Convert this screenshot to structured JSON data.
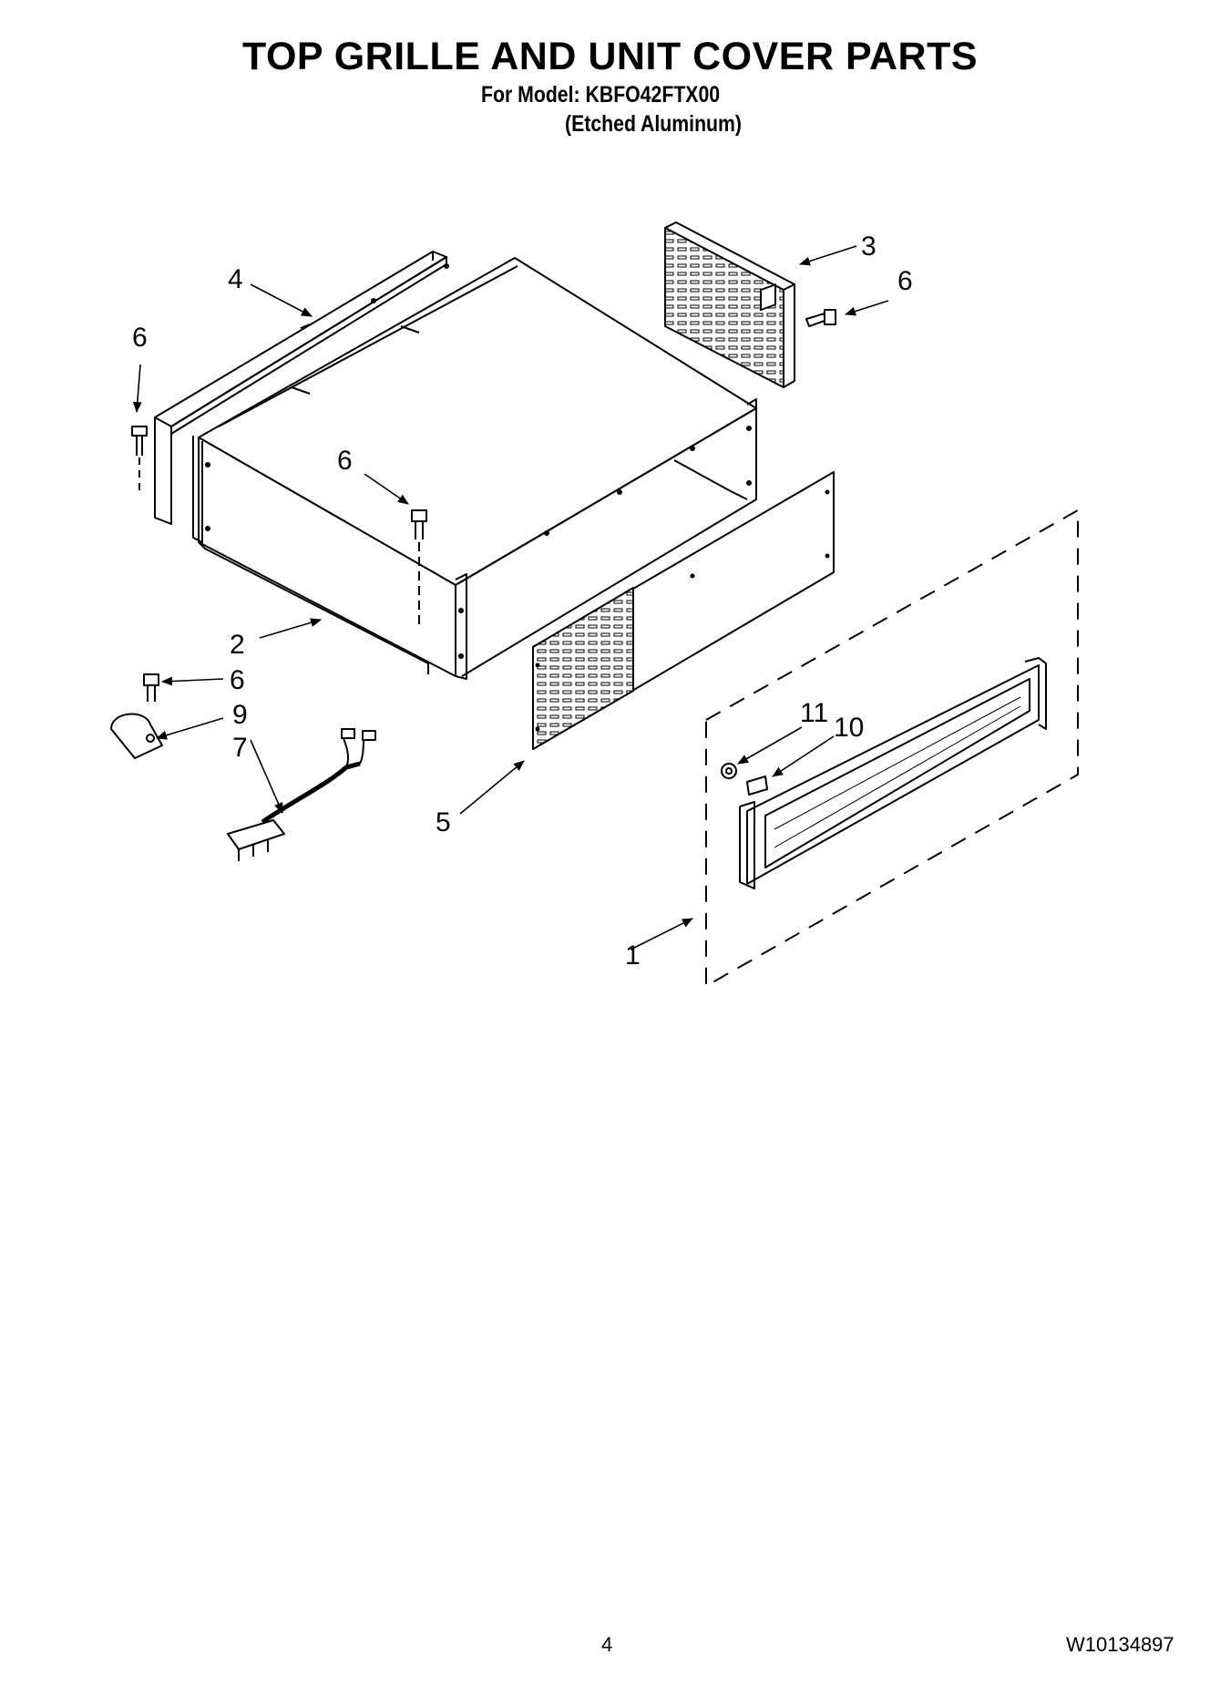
{
  "header": {
    "title": "TOP GRILLE AND UNIT COVER PARTS",
    "model_line": "For Model: KBFO42FTX00",
    "finish_line": "(Etched Aluminum)"
  },
  "callouts": {
    "c1": "1",
    "c2": "2",
    "c3": "3",
    "c4": "4",
    "c5": "5",
    "c6a": "6",
    "c6b": "6",
    "c6c": "6",
    "c6d": "6",
    "c7": "7",
    "c9": "9",
    "c10": "10",
    "c11": "11"
  },
  "footer": {
    "page_number": "4",
    "document_number": "W10134897"
  }
}
